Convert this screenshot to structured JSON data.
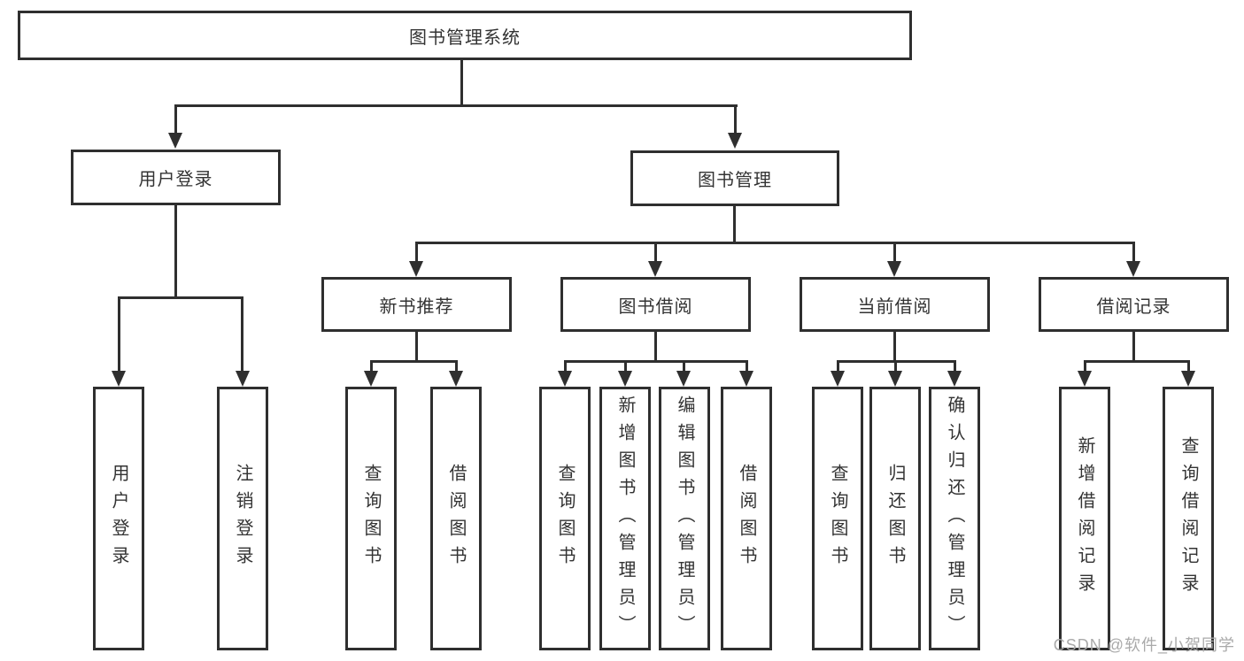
{
  "nodes": {
    "root": "图书管理系统",
    "level2": [
      "用户登录",
      "图书管理"
    ],
    "level3": [
      "新书推荐",
      "图书借阅",
      "当前借阅",
      "借阅记录"
    ],
    "login_children": [
      "用户登录",
      "注销登录"
    ],
    "newbook_children": [
      "查询图书",
      "借阅图书"
    ],
    "borrow_children": [
      "查询图书",
      "新增图书（管理员）",
      "编辑图书（管理员）",
      "借阅图书"
    ],
    "current_children": [
      "查询图书",
      "归还图书",
      "确认归还（管理员）"
    ],
    "record_children": [
      "新增借阅记录",
      "查询借阅记录"
    ]
  },
  "watermark": "CSDN @软件_小贺同学",
  "colors": {
    "line": "#2f2f2f",
    "text": "#333333",
    "watermark": "#aaaaaa",
    "background": "#ffffff"
  }
}
